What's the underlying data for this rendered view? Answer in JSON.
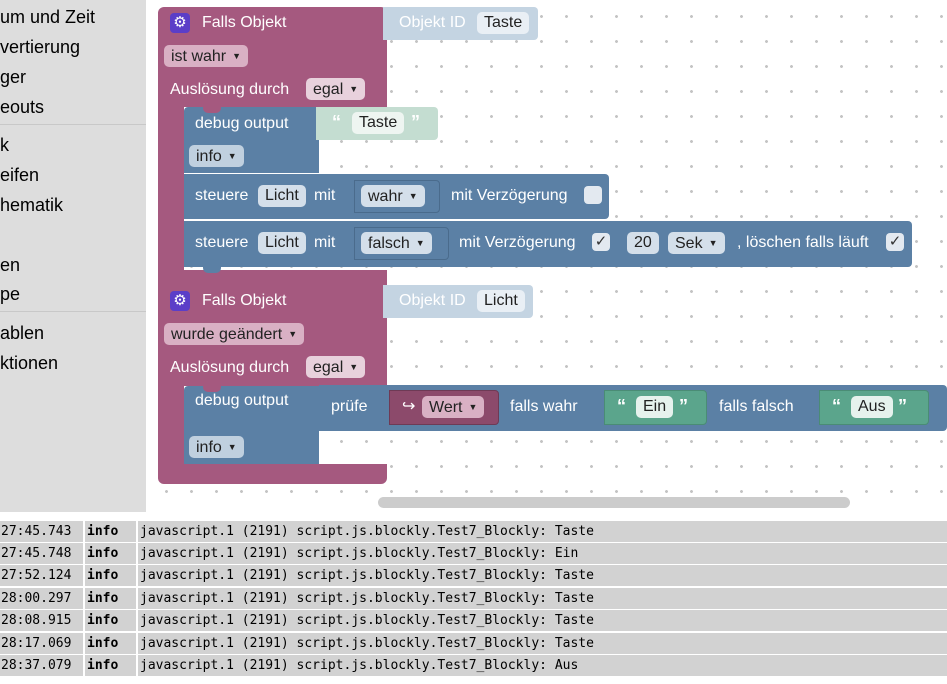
{
  "sidebar": {
    "items": [
      "um und Zeit",
      "vertierung",
      "ger",
      "eouts",
      "k",
      "eifen",
      "hematik",
      "en",
      "pe",
      "ablen",
      "ktionen"
    ]
  },
  "blocks": {
    "first_event": {
      "title": "Falls Objekt",
      "object_id_label": "Objekt ID",
      "object_id_value": "Taste",
      "condition": "ist wahr",
      "trigger_label": "Auslösung durch",
      "trigger_value": "egal",
      "debug": {
        "label": "debug output",
        "text": "Taste",
        "level": "info"
      },
      "control1": {
        "prefix": "steuere",
        "target": "Licht",
        "with": "mit",
        "value": "wahr",
        "delay_label": "mit Verzögerung",
        "delay_checked": ""
      },
      "control2": {
        "prefix": "steuere",
        "target": "Licht",
        "with": "mit",
        "value": "falsch",
        "delay_label": "mit Verzögerung",
        "delay_checked": "✓",
        "delay_value": "20",
        "unit": "Sek",
        "clear_label": ", löschen falls läuft",
        "clear_checked": "✓"
      }
    },
    "second_event": {
      "title": "Falls Objekt",
      "object_id_label": "Objekt ID",
      "object_id_value": "Licht",
      "condition": "wurde geändert",
      "trigger_label": "Auslösung durch",
      "trigger_value": "egal",
      "debug": {
        "label": "debug output",
        "level": "info",
        "check_label": "prüfe",
        "check_value": "Wert",
        "check_icon": "return-arrow",
        "if_true_label": "falls wahr",
        "if_true_value": "Ein",
        "if_false_label": "falls falsch",
        "if_false_value": "Aus"
      }
    },
    "icons": {
      "gear": "⚙",
      "dropdown": "▼",
      "open_quote": "“",
      "close_quote": "”",
      "return_arrow": "↪"
    }
  },
  "log": {
    "rows": [
      {
        "time": "27:45.743",
        "level": "info",
        "message": "javascript.1 (2191) script.js.blockly.Test7_Blockly: Taste"
      },
      {
        "time": "27:45.748",
        "level": "info",
        "message": "javascript.1 (2191) script.js.blockly.Test7_Blockly: Ein"
      },
      {
        "time": "27:52.124",
        "level": "info",
        "message": "javascript.1 (2191) script.js.blockly.Test7_Blockly: Taste"
      },
      {
        "time": "28:00.297",
        "level": "info",
        "message": "javascript.1 (2191) script.js.blockly.Test7_Blockly: Taste"
      },
      {
        "time": "28:08.915",
        "level": "info",
        "message": "javascript.1 (2191) script.js.blockly.Test7_Blockly: Taste"
      },
      {
        "time": "28:17.069",
        "level": "info",
        "message": "javascript.1 (2191) script.js.blockly.Test7_Blockly: Taste"
      },
      {
        "time": "28:37.079",
        "level": "info",
        "message": "javascript.1 (2191) script.js.blockly.Test7_Blockly: Aus"
      }
    ]
  },
  "colors": {
    "event_block": "#a5597f",
    "action_block": "#5b80a5",
    "text_block": "#5ba58c",
    "id_block": "#c4d4e2",
    "gear_icon": "#5b3ec8",
    "log_cell": "#d2d2d2"
  }
}
